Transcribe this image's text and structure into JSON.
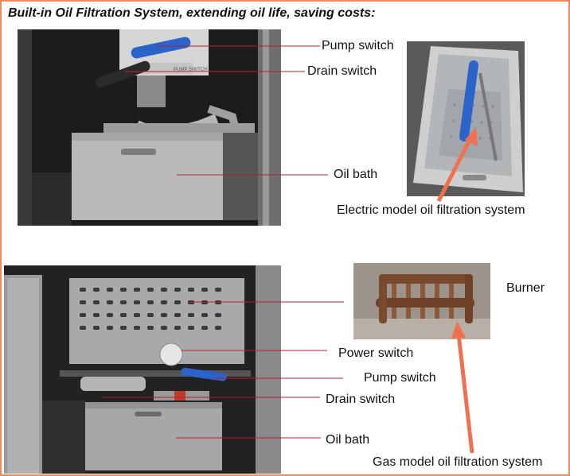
{
  "title": "Built-in Oil Filtration System, extending oil life, saving costs:",
  "top_section": {
    "labels": {
      "pump_switch": "Pump switch",
      "drain_switch": "Drain switch",
      "oil_bath": "Oil bath",
      "electric_model": "Electric model oil filtration system"
    }
  },
  "bottom_section": {
    "labels": {
      "burner": "Burner",
      "power_switch": "Power switch",
      "pump_switch": "Pump switch",
      "drain_switch": "Drain switch",
      "oil_bath": "Oil bath",
      "gas_model": "Gas model oil filtration system"
    }
  },
  "colors": {
    "border": "#f08a5d",
    "leader_line": "#b22222",
    "arrow": "#f07050",
    "pump_handle": "#2a63c9"
  }
}
